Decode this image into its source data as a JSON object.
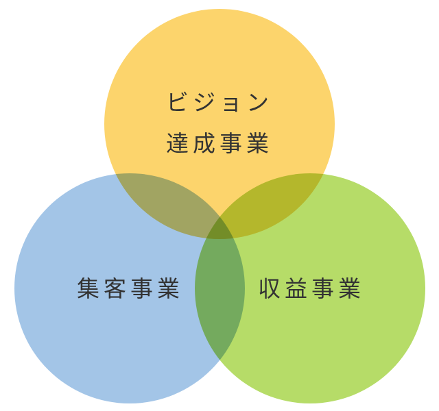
{
  "circles": [
    {
      "id": "vision",
      "lines": [
        "ビジョン",
        "達成事業"
      ],
      "color": "#fcd46c"
    },
    {
      "id": "customer",
      "lines": [
        "集客事業"
      ],
      "color": "#a3c5e7"
    },
    {
      "id": "revenue",
      "lines": [
        "収益事業"
      ],
      "color": "#b6dc68"
    }
  ]
}
